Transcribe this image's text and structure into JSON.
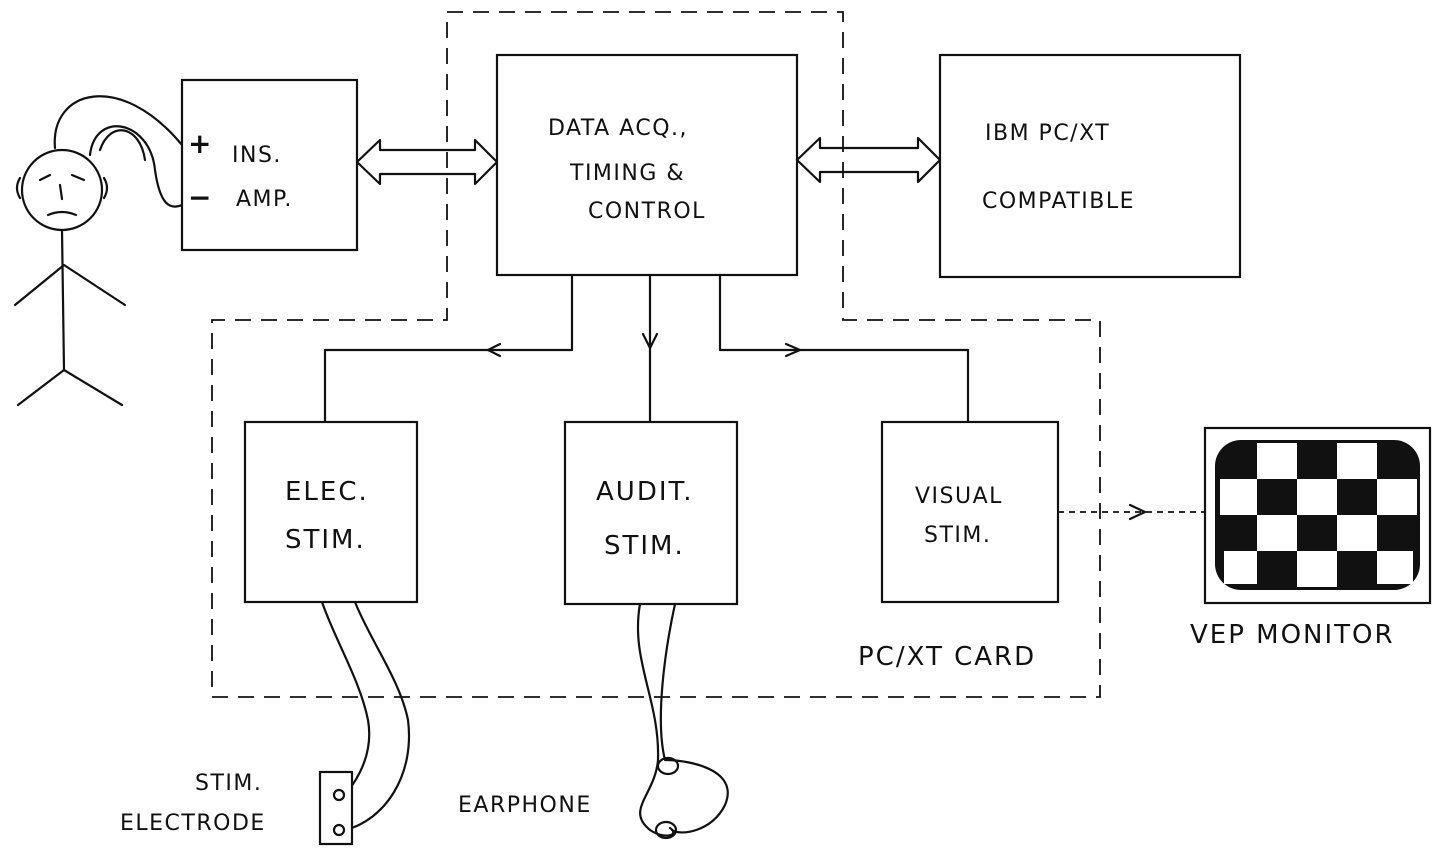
{
  "diagram": {
    "subject": {
      "plus_sign": "+",
      "minus_sign": "−"
    },
    "ins_amp": {
      "line1": "INS.",
      "line2": "AMP."
    },
    "data_acq": {
      "line1": "DATA ACQ.,",
      "line2": "TIMING &",
      "line3": "CONTROL"
    },
    "ibm_pc": {
      "line1": "IBM PC/XT",
      "line2": "COMPATIBLE"
    },
    "elec_stim": {
      "line1": "ELEC.",
      "line2": "STIM."
    },
    "audit_stim": {
      "line1": "AUDIT.",
      "line2": "STIM."
    },
    "visual_stim": {
      "line1": "VISUAL",
      "line2": "STIM."
    },
    "pc_xt_card_label": "PC/XT CARD",
    "vep_monitor_label": "VEP MONITOR",
    "stim_electrode": {
      "line1": "STIM.",
      "line2": "ELECTRODE"
    },
    "earphone_label": "EARPHONE"
  }
}
